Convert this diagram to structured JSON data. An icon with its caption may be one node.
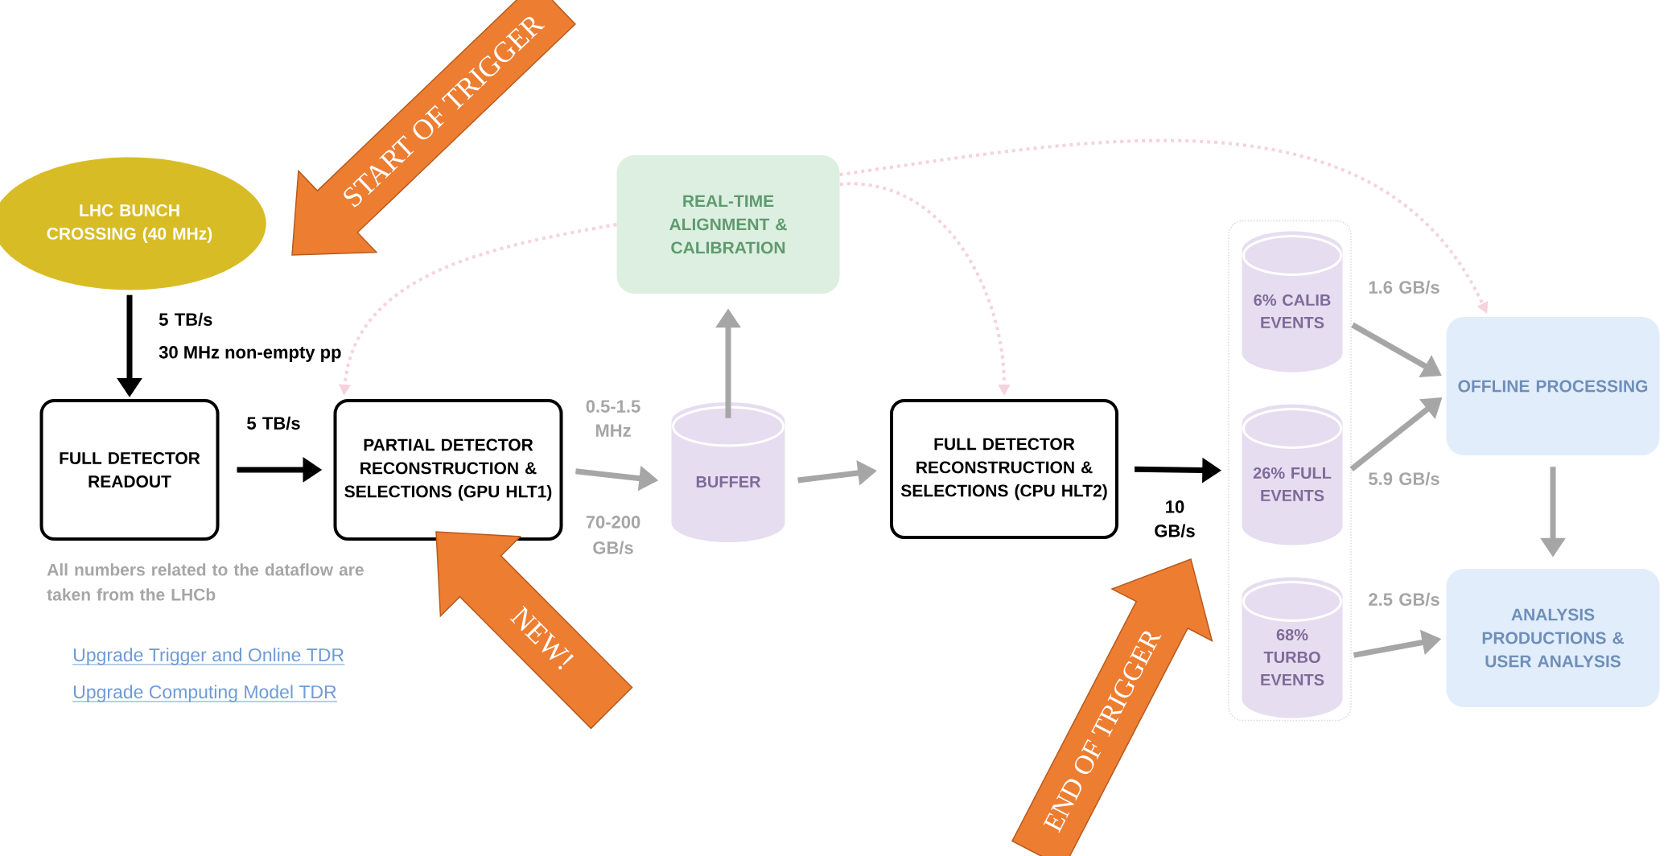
{
  "diagram": {
    "nodes": [
      {
        "text": [
          "LHC BUNCH CROSSING (40 MHz)"
        ]
      },
      {
        "text": [
          "START OF TRIGGER"
        ]
      },
      {
        "text": [
          "REAL-TIME ALIGNMENT & CALIBRATION"
        ]
      },
      {
        "text": [
          "FULL DETECTOR READOUT"
        ]
      },
      {
        "text": [
          "**PARTIAL DETECTOR RECONSTRUCTION & SELECTIONS** (GPU HLT1)"
        ]
      },
      {
        "text": [
          "BUFFER"
        ]
      },
      {
        "text": [
          "**FULL DETECTOR RECONSTRUCTION & SELECTIONS** (CPU HLT2)"
        ]
      },
      {
        "text": [],
        "shape": "box"
      },
      {
        "text": [
          "6% CALIB EVENTS"
        ],
        "in": 7
      },
      {
        "text": [
          "26% FULL EVENTS"
        ],
        "in": 7
      },
      {
        "text": [
          "68% TURBO EVENTS"
        ],
        "in": 7
      },
      {
        "text": [
          "OFFLINE PROCESSING"
        ]
      },
      {
        "text": [
          "ANALYSIS PRODUCTIONS & USER ANALYSIS"
        ]
      },
      {
        "text": [
          "NEW!"
        ]
      },
      {
        "text": [
          "END OF TRIGGER"
        ]
      }
    ],
    "edges": [
      {
        "from": 0,
        "to": 3,
        "arrow": "to",
        "label": "5 TB/s",
        "color": "#000000"
      },
      {
        "from": 3,
        "to": 4,
        "arrow": "to",
        "label": "5 TB/s",
        "color": "#000000"
      },
      {
        "from": 4,
        "to": 5,
        "arrow": "to",
        "label": "0.5-1.5 MHz"
      },
      {
        "from": 5,
        "to": 2,
        "arrow": "to"
      },
      {
        "from": 5,
        "to": 6,
        "arrow": "to"
      },
      {
        "from": 6,
        "to": 7,
        "arrow": "to",
        "label": "10 GB/s",
        "color": "#000000"
      },
      {
        "from": 8,
        "to": 11,
        "arrow": "to",
        "label": "1.6 GB/s"
      },
      {
        "from": 9,
        "to": 11,
        "arrow": "to",
        "label": "5.9 GB/s"
      },
      {
        "from": 10,
        "to": 12,
        "arrow": "to",
        "label": "2.5 GB/s"
      },
      {
        "from": 11,
        "to": 12,
        "arrow": "to"
      },
      {
        "from": 2,
        "to": 4,
        "arrow": "to",
        "style": "dashed",
        "color": "#f5d3da"
      },
      {
        "from": 2,
        "to": 6,
        "arrow": "to",
        "style": "dashed",
        "color": "#f5d3da"
      },
      {
        "from": 2,
        "to": 11,
        "arrow": "to",
        "style": "dashed",
        "color": "#f5d3da"
      }
    ],
    "labels": [
      "30 MHz non-empty pp",
      "70-200 GB/s",
      "All numbers related to the dataflow are taken from the LHCb",
      "Upgrade Trigger and Online TDR",
      "Upgrade Computing Model TDR"
    ]
  }
}
